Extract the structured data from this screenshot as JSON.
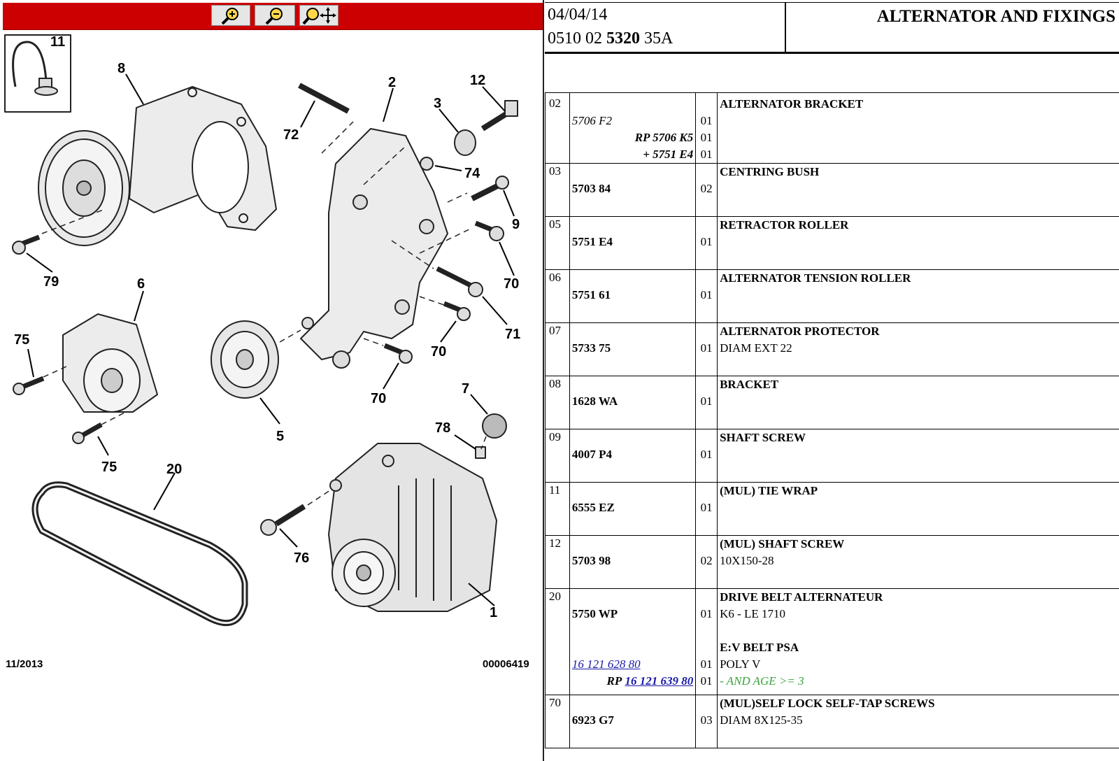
{
  "toolbar": {
    "zoom_in_icon": "zoom-in-icon",
    "zoom_out_icon": "zoom-out-icon",
    "zoom_pan_icon": "zoom-pan-icon",
    "bg_color": "#cc0000"
  },
  "diagram": {
    "callouts": {
      "c11": "11",
      "c8": "8",
      "c2": "2",
      "c12": "12",
      "c3": "3",
      "c72": "72",
      "c74": "74",
      "c9": "9",
      "c70a": "70",
      "c79": "79",
      "c6": "6",
      "c70b": "70",
      "c71": "71",
      "c75a": "75",
      "c70c": "70",
      "c70d": "70",
      "c7": "7",
      "c5": "5",
      "c78": "78",
      "c75b": "75",
      "c20": "20",
      "c76": "76",
      "c1": "1"
    },
    "footer_date": "11/2013",
    "footer_code": "00006419"
  },
  "header": {
    "date": "04/04/14",
    "ref_prefix": "0510 02 ",
    "ref_bold": "5320",
    "ref_suffix": " 35A",
    "title": "ALTERNATOR AND FIXINGS"
  },
  "parts": [
    {
      "num": "02",
      "desc": "ALTERNATOR BRACKET",
      "refs": [
        {
          "part": "5706 F2",
          "qty": "01"
        },
        {
          "part": "RP 5706 K5",
          "qty": "01"
        },
        {
          "part": "+ 5751 E4",
          "qty": "01"
        }
      ]
    },
    {
      "num": "03",
      "part": "5703 84",
      "qty": "02",
      "desc": "CENTRING BUSH"
    },
    {
      "num": "05",
      "part": "5751 E4",
      "qty": "01",
      "desc": "RETRACTOR ROLLER"
    },
    {
      "num": "06",
      "part": "5751 61",
      "qty": "01",
      "desc": "ALTERNATOR TENSION ROLLER"
    },
    {
      "num": "07",
      "part": "5733 75",
      "qty": "01",
      "desc": "ALTERNATOR PROTECTOR",
      "desc2": "DIAM EXT 22"
    },
    {
      "num": "08",
      "part": "1628 WA",
      "qty": "01",
      "desc": "BRACKET"
    },
    {
      "num": "09",
      "part": "4007 P4",
      "qty": "01",
      "desc": "SHAFT SCREW"
    },
    {
      "num": "11",
      "part": "6555 EZ",
      "qty": "01",
      "desc": "(MUL) TIE WRAP"
    },
    {
      "num": "12",
      "part": "5703 98",
      "qty": "02",
      "desc": "(MUL) SHAFT SCREW",
      "desc2": "10X150-28"
    },
    {
      "num": "20",
      "part": "5750 WP",
      "qty": "01",
      "desc": "DRIVE BELT ALTERNATEUR",
      "desc2": "K6 - LE 1710",
      "alt_desc": "E:V BELT PSA",
      "alt_link": "16 121 628 80",
      "alt_qty": "01",
      "alt_desc2": "POLY V",
      "alt_rp": "RP",
      "alt_rp_link": "16 121 639 80",
      "alt_rp_qty": "01",
      "alt_rp_desc": "- AND AGE >= 3"
    },
    {
      "num": "70",
      "part": "6923 G7",
      "qty": "03",
      "desc": "(MUL)SELF LOCK SELF-TAP SCREWS",
      "desc2": "DIAM 8X125-35"
    }
  ]
}
